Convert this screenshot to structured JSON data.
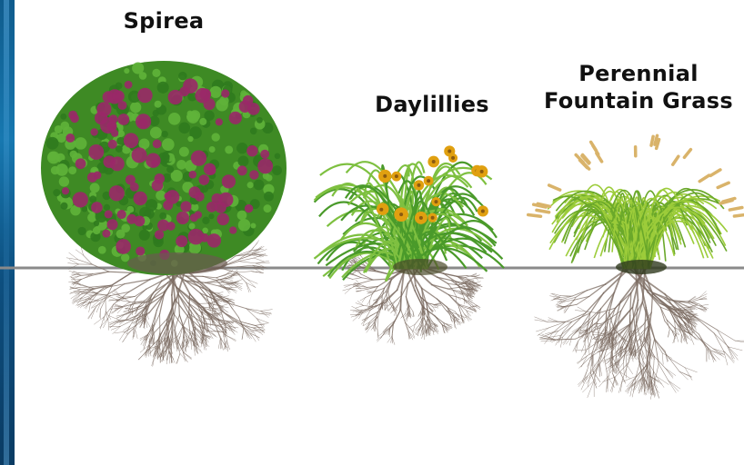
{
  "labels": {
    "spirea": "Spirea",
    "daylillies": "Daylillies",
    "grass_line1": "Perennial",
    "grass_line2": "Fountain Grass"
  },
  "colors": {
    "edge": "#0f5b8c",
    "ground_line": "#8a8a8a",
    "roots": "#7a6a60",
    "foliage": "#4a9a2a",
    "grass": "#9ccc3a",
    "spirea_flower": "#9a2868",
    "daylily_flower": "#e0a010",
    "grass_plume": "#d9b36a"
  },
  "icons": [
    "spirea-shrub-icon",
    "daylily-plant-icon",
    "fountain-grass-icon"
  ]
}
